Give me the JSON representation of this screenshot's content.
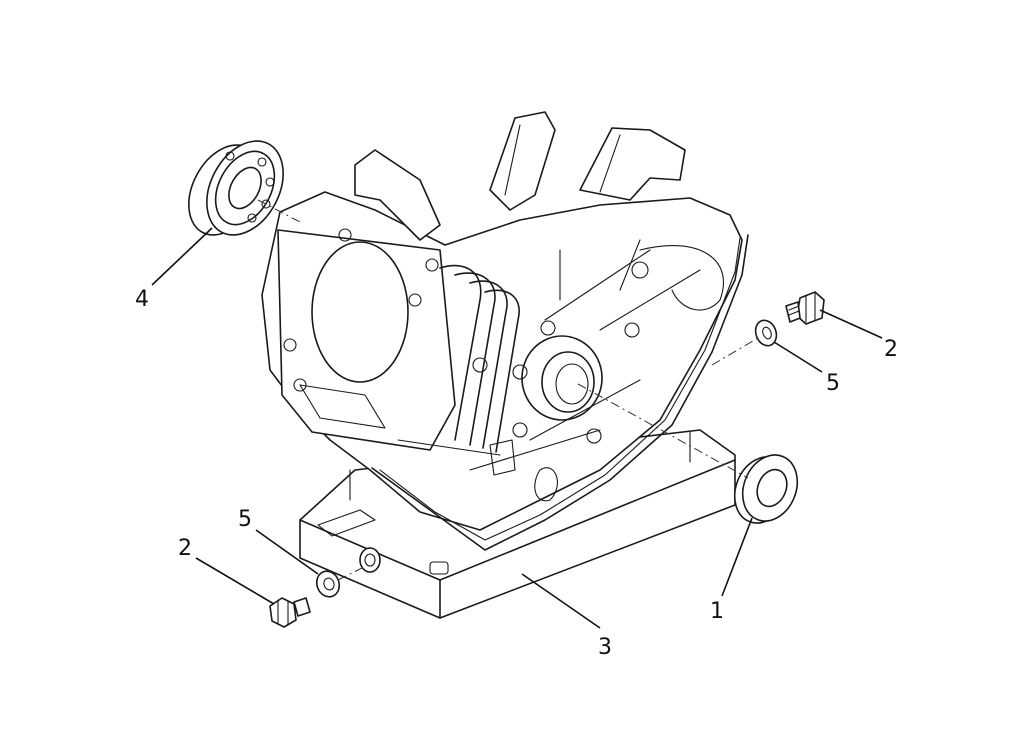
{
  "diagram": {
    "type": "exploded-parts-view",
    "callouts": [
      {
        "id": "c1",
        "text": "1"
      },
      {
        "id": "c2a",
        "text": "2"
      },
      {
        "id": "c2b",
        "text": "2"
      },
      {
        "id": "c3",
        "text": "3"
      },
      {
        "id": "c4",
        "text": "4"
      },
      {
        "id": "c5a",
        "text": "5"
      },
      {
        "id": "c5b",
        "text": "5"
      }
    ],
    "parts": [
      {
        "callout": "1",
        "icon": "oil-seal-icon"
      },
      {
        "callout": "2",
        "icon": "drain-plug-bolt-icon"
      },
      {
        "callout": "3",
        "icon": "crankcase-icon"
      },
      {
        "callout": "4",
        "icon": "ball-bearing-icon"
      },
      {
        "callout": "5",
        "icon": "washer-icon"
      }
    ]
  }
}
